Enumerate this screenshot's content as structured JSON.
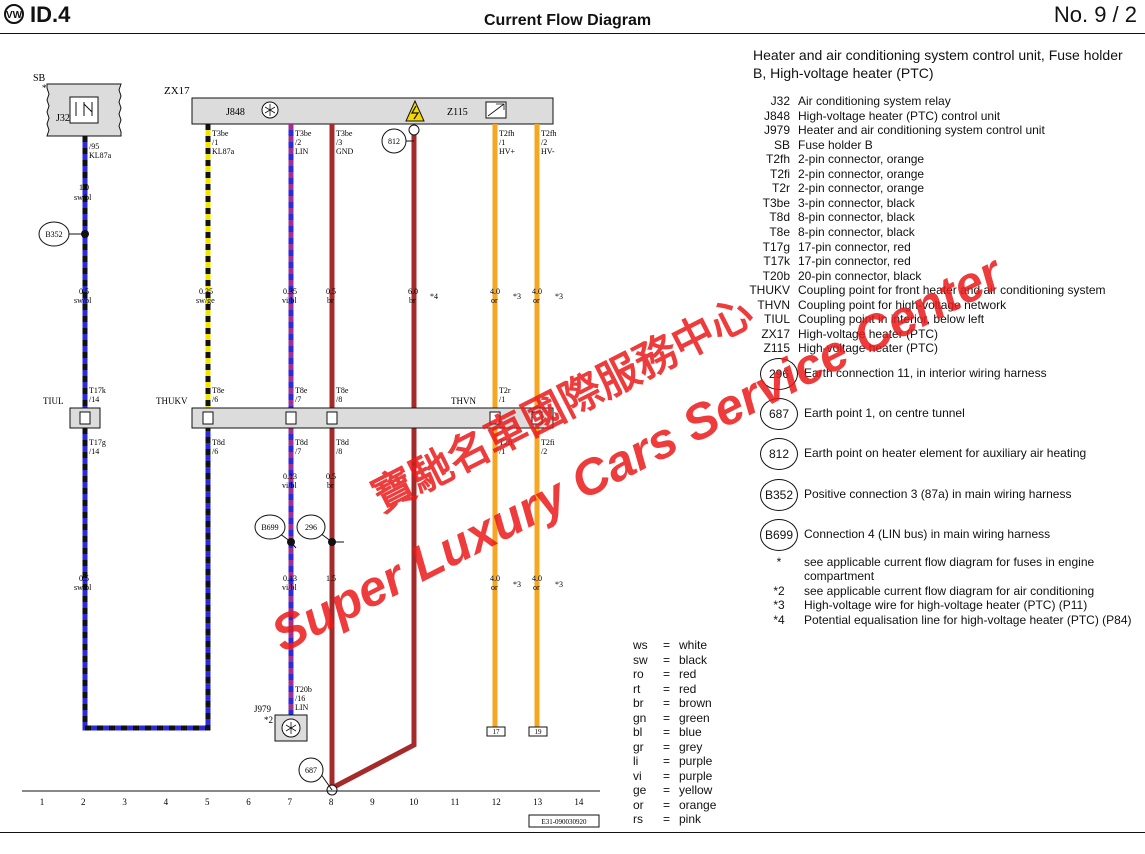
{
  "header": {
    "logo": "VW",
    "model": "ID.4",
    "title": "Current Flow Diagram",
    "page": "No.  9 /  2"
  },
  "legend": {
    "title": "Heater and air conditioning system control unit, Fuse holder B, High-voltage heater (PTC)",
    "components": [
      {
        "code": "J32",
        "desc": "Air conditioning system relay"
      },
      {
        "code": "J848",
        "desc": "High-voltage heater (PTC) control unit"
      },
      {
        "code": "J979",
        "desc": "Heater and air conditioning system control unit"
      },
      {
        "code": "SB",
        "desc": "Fuse holder B"
      },
      {
        "code": "T2fh",
        "desc": "2-pin connector, orange"
      },
      {
        "code": "T2fi",
        "desc": "2-pin connector, orange"
      },
      {
        "code": "T2r",
        "desc": "2-pin connector, orange"
      },
      {
        "code": "T3be",
        "desc": "3-pin connector, black"
      },
      {
        "code": "T8d",
        "desc": "8-pin connector, black"
      },
      {
        "code": "T8e",
        "desc": "8-pin connector, black"
      },
      {
        "code": "T17g",
        "desc": "17-pin connector, red"
      },
      {
        "code": "T17k",
        "desc": "17-pin connector, red"
      },
      {
        "code": "T20b",
        "desc": "20-pin connector, black"
      },
      {
        "code": "THUKV",
        "desc": "Coupling point for front heater and air conditioning system"
      },
      {
        "code": "THVN",
        "desc": "Coupling point for high-voltage network"
      },
      {
        "code": "TIUL",
        "desc": "Coupling point in interior, below left"
      },
      {
        "code": "ZX17",
        "desc": "High-voltage heater (PTC)"
      },
      {
        "code": "Z115",
        "desc": "High-voltage heater (PTC)"
      }
    ],
    "grounds": [
      {
        "code": "296",
        "desc": "Earth connection 11, in interior wiring harness"
      },
      {
        "code": "687",
        "desc": "Earth point 1, on centre tunnel"
      },
      {
        "code": "812",
        "desc": "Earth point on heater element for auxiliary air heating"
      },
      {
        "code": "B352",
        "desc": "Positive connection 3 (87a) in main wiring harness"
      },
      {
        "code": "B699",
        "desc": "Connection 4 (LIN bus) in main wiring harness"
      }
    ],
    "notes": [
      {
        "code": "*",
        "desc": "see applicable current flow diagram for fuses in engine compartment"
      },
      {
        "code": "*2",
        "desc": "see applicable current flow diagram for air conditioning"
      },
      {
        "code": "*3",
        "desc": "High-voltage wire for high-voltage heater (PTC) (P11)"
      },
      {
        "code": "*4",
        "desc": "Potential equalisation line for high-voltage heater (PTC) (P84)"
      }
    ],
    "colors": [
      {
        "abbr": "ws",
        "name": "white"
      },
      {
        "abbr": "sw",
        "name": "black"
      },
      {
        "abbr": "ro",
        "name": "red"
      },
      {
        "abbr": "rt",
        "name": "red"
      },
      {
        "abbr": "br",
        "name": "brown"
      },
      {
        "abbr": "gn",
        "name": "green"
      },
      {
        "abbr": "bl",
        "name": "blue"
      },
      {
        "abbr": "gr",
        "name": "grey"
      },
      {
        "abbr": "li",
        "name": "purple"
      },
      {
        "abbr": "vi",
        "name": "purple"
      },
      {
        "abbr": "ge",
        "name": "yellow"
      },
      {
        "abbr": "or",
        "name": "orange"
      },
      {
        "abbr": "rs",
        "name": "pink"
      }
    ]
  },
  "diagram": {
    "components": {
      "sb": "SB",
      "sb_star": "*",
      "j32": "J32",
      "zx17": "ZX17",
      "j848": "J848",
      "z115": "Z115",
      "tiul": "TIUL",
      "thukv": "THUKV",
      "thvn": "THVN",
      "j979": "J979",
      "j979_note": "*2"
    },
    "pin_labels": [
      "/95",
      "KL87a",
      "T3be",
      "/1",
      "KL87a",
      "T3be",
      "/2",
      "LIN",
      "T3be",
      "/3",
      "GND",
      "T2fh",
      "/1",
      "HV+",
      "T2fh",
      "/2",
      "HV-",
      "T17k",
      "/14",
      "T17g",
      "/14",
      "T8e",
      "/6",
      "T8d",
      "/6",
      "T8e",
      "/7",
      "T8d",
      "/7",
      "T8e",
      "/8",
      "T8d",
      "/8",
      "T2r",
      "/1",
      "T2fi",
      "/1",
      "T2fi",
      "/2",
      "T20b",
      "/16",
      "LIN"
    ],
    "wire_labels": [
      "1.0",
      "sw/bl",
      "0.5",
      "sw/bl",
      "0.35",
      "sw/ge",
      "0.35",
      "vi/bl",
      "0.5",
      "br",
      "6.0",
      "br",
      "*4",
      "4.0",
      "or",
      "*3",
      "4.0",
      "or",
      "*3",
      "0.13",
      "vi/bl",
      "0.5",
      "br",
      "0.5",
      "sw/bl",
      "0.13",
      "vi/bl",
      "1.5",
      "4.0",
      "or",
      "*3",
      "4.0",
      "or",
      "*3"
    ],
    "ground_markers": [
      "B352",
      "812",
      "B699",
      "296",
      "687"
    ],
    "continuation_refs": [
      "17",
      "19"
    ],
    "footer_ref": "E31-090030920",
    "tracks": [
      "1",
      "2",
      "3",
      "4",
      "5",
      "6",
      "7",
      "8",
      "9",
      "10",
      "11",
      "12",
      "13",
      "14"
    ]
  },
  "watermark": {
    "chinese": "寶馳名車國際服務中心",
    "english": "Super Luxury Cars Service Center",
    "color": "#e81919"
  },
  "wire_colors": {
    "black": "#111111",
    "blue": "#2b2bd8",
    "yellow": "#f2e500",
    "purple": "#a0308f",
    "brown": "#a52a2a",
    "orange": "#f5a623"
  }
}
